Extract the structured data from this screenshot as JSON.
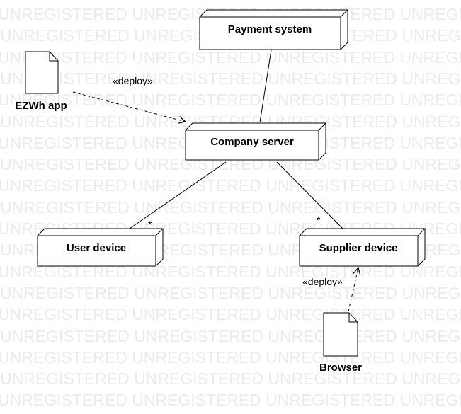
{
  "watermark": {
    "text": "UNREGISTERED"
  },
  "nodes": {
    "payment_system": {
      "label": "Payment system"
    },
    "company_server": {
      "label": "Company server"
    },
    "user_device": {
      "label": "User device"
    },
    "supplier_device": {
      "label": "Supplier device"
    }
  },
  "artifacts": {
    "ezwh_app": {
      "label": "EZWh app"
    },
    "browser": {
      "label": "Browser"
    }
  },
  "relations": {
    "deploy_app": {
      "stereotype": "«deploy»"
    },
    "deploy_browser": {
      "stereotype": "«deploy»"
    },
    "server_user_multiplicity": "*",
    "server_supplier_multiplicity": "*"
  }
}
